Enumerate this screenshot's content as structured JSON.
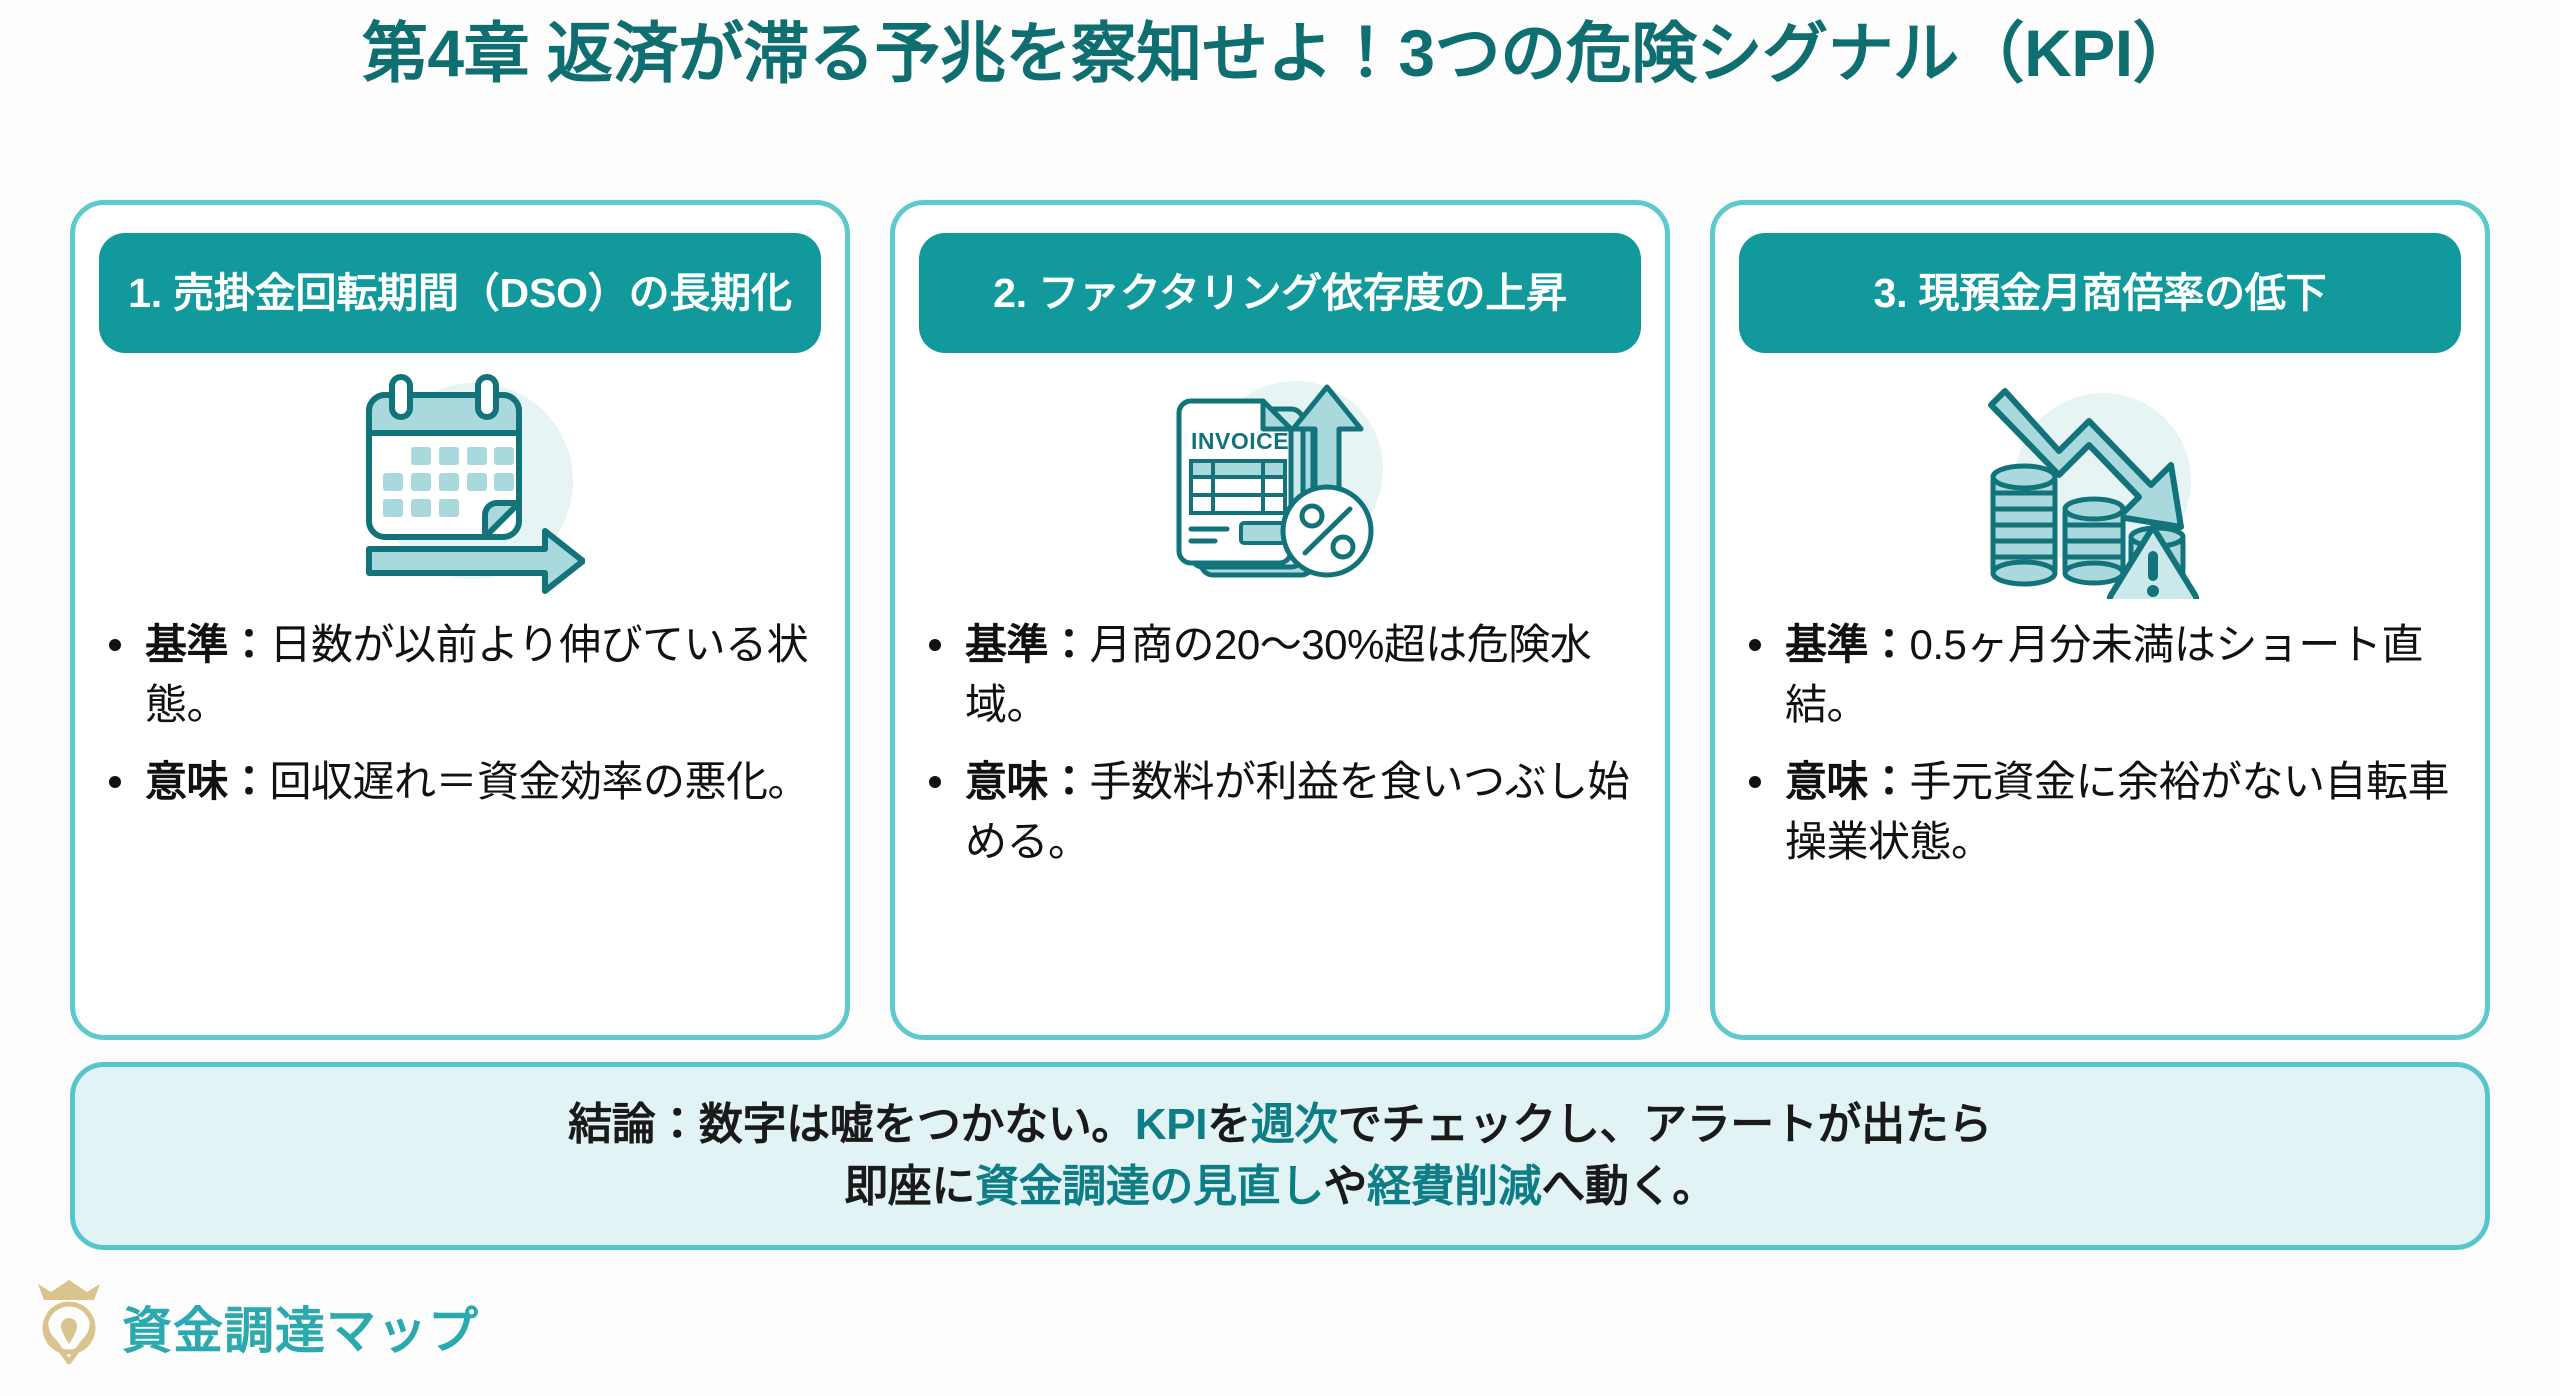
{
  "title": "第4章 返済が滞る予兆を察知せよ！3つの危険シグナル（KPI）",
  "colors": {
    "title_teal": "#0f6f70",
    "header_pill_teal": "#12999c",
    "card_border_teal": "#5fcacd",
    "banner_fill": "#e2f3f6",
    "banner_border": "#57c6cc",
    "highlight_teal": "#0f7d85",
    "logo_teal": "#2aa9ae",
    "logo_gold": "#d9c48d",
    "icon_stroke": "#13737a",
    "icon_fill": "#a9d9dc"
  },
  "cards": [
    {
      "header": "1. 売掛金回転期間（DSO）の長期化",
      "icon": "calendar-arrow-icon",
      "bullets": [
        {
          "label": "基準：",
          "text": "日数が以前より伸びている状態。"
        },
        {
          "label": "意味：",
          "text": "回収遅れ＝資金効率の悪化。"
        }
      ]
    },
    {
      "header": "2. ファクタリング依存度の上昇",
      "icon": "invoice-percent-up-icon",
      "bullets": [
        {
          "label": "基準：",
          "text": "月商の20〜30%超は危険水域。"
        },
        {
          "label": "意味：",
          "text": "手数料が利益を食いつぶし始める。"
        }
      ]
    },
    {
      "header": "3. 現預金月商倍率の低下",
      "icon": "coins-down-warning-icon",
      "bullets": [
        {
          "label": "基準：",
          "text": "0.5ヶ月分未満はショート直結。"
        },
        {
          "label": "意味：",
          "text": "手元資金に余裕がない自転車操業状態。"
        }
      ]
    }
  ],
  "conclusion": {
    "line1": [
      {
        "text": "結論：数字は嘘をつかない。",
        "highlight": false
      },
      {
        "text": "KPI",
        "highlight": true
      },
      {
        "text": "を",
        "highlight": false
      },
      {
        "text": "週次",
        "highlight": true
      },
      {
        "text": "でチェックし、アラートが出たら",
        "highlight": false
      }
    ],
    "line2": [
      {
        "text": "即座に",
        "highlight": false
      },
      {
        "text": "資金調達の見直し",
        "highlight": true
      },
      {
        "text": "や",
        "highlight": false
      },
      {
        "text": "経費削減",
        "highlight": true
      },
      {
        "text": "へ動く。",
        "highlight": false
      }
    ]
  },
  "footer": {
    "logo_icon": "crown-pin-logo-icon",
    "logo_text": "資金調達マップ"
  }
}
